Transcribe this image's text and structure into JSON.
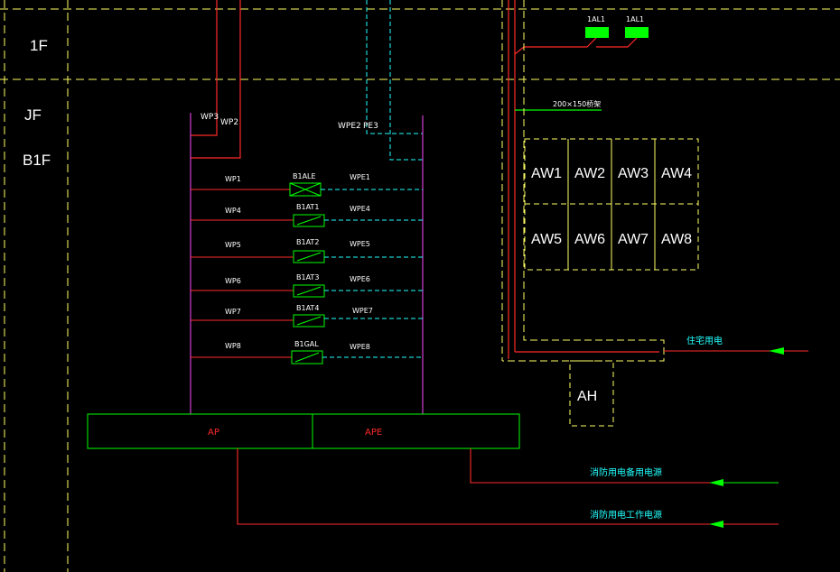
{
  "floors": {
    "f1": "1F",
    "jf": "JF",
    "b1f": "B1F"
  },
  "top_labels": {
    "al1_a": "1AL1",
    "al1_b": "1AL1"
  },
  "tray_label": "200×150桥架",
  "riser_labels": {
    "wp3": "WP3",
    "wp2": "WP2",
    "wpe2": "WPE2",
    "wpe3": "PE3"
  },
  "circuits": [
    {
      "wp": "WP1",
      "box": "B1ALE",
      "wpe": "WPE1"
    },
    {
      "wp": "WP4",
      "box": "B1AT1",
      "wpe": "WPE4"
    },
    {
      "wp": "WP5",
      "box": "B1AT2",
      "wpe": "WPE5"
    },
    {
      "wp": "WP6",
      "box": "B1AT3",
      "wpe": "WPE6"
    },
    {
      "wp": "WP7",
      "box": "B1AT4",
      "wpe": "WPE7"
    },
    {
      "wp": "WP8",
      "box": "B1GAL",
      "wpe": "WPE8"
    }
  ],
  "panels": {
    "ap": "AP",
    "ape": "APE"
  },
  "rooms": [
    "AW1",
    "AW2",
    "AW3",
    "AW4",
    "AW5",
    "AW6",
    "AW7",
    "AW8"
  ],
  "ah": "AH",
  "feeds": {
    "residential": "住宅用电",
    "fire_backup": "消防用电备用电源",
    "fire_work": "消防用电工作电源"
  },
  "colors": {
    "background": "#000000",
    "red": "#ff2a2a",
    "magenta": "#d040d0",
    "cyan": "#22ffff",
    "green": "#00ff00",
    "yellow": "#ffff66",
    "white": "#ffffff"
  }
}
